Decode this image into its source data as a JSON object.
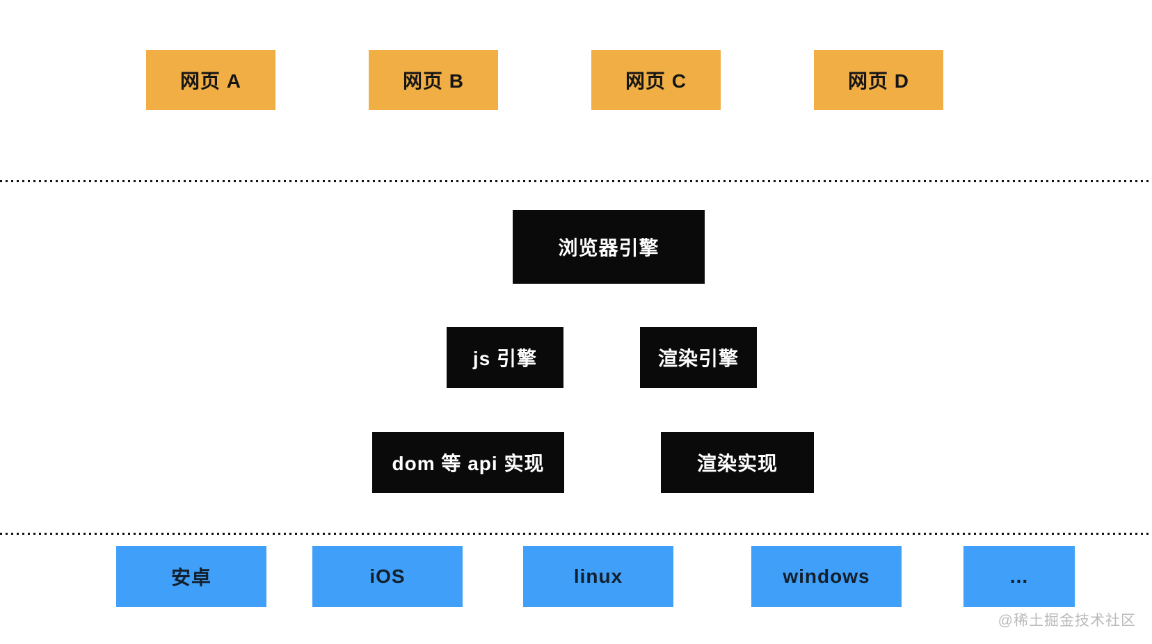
{
  "layers": {
    "web_pages": [
      "网页 A",
      "网页 B",
      "网页 C",
      "网页 D"
    ],
    "browser_engine": "浏览器引擎",
    "engines": [
      "js 引擎",
      "渲染引擎"
    ],
    "implementations": [
      "dom 等 api 实现",
      "渲染实现"
    ],
    "platforms": [
      "安卓",
      "iOS",
      "linux",
      "windows",
      "..."
    ]
  },
  "watermark": "@稀土掘金技术社区",
  "colors": {
    "web_page_box": "#f0ae45",
    "engine_box": "#0a0a0a",
    "platform_box": "#409ff8",
    "dotted_line": "#111111",
    "watermark_text": "#bbbbbb",
    "background": "#ffffff"
  }
}
